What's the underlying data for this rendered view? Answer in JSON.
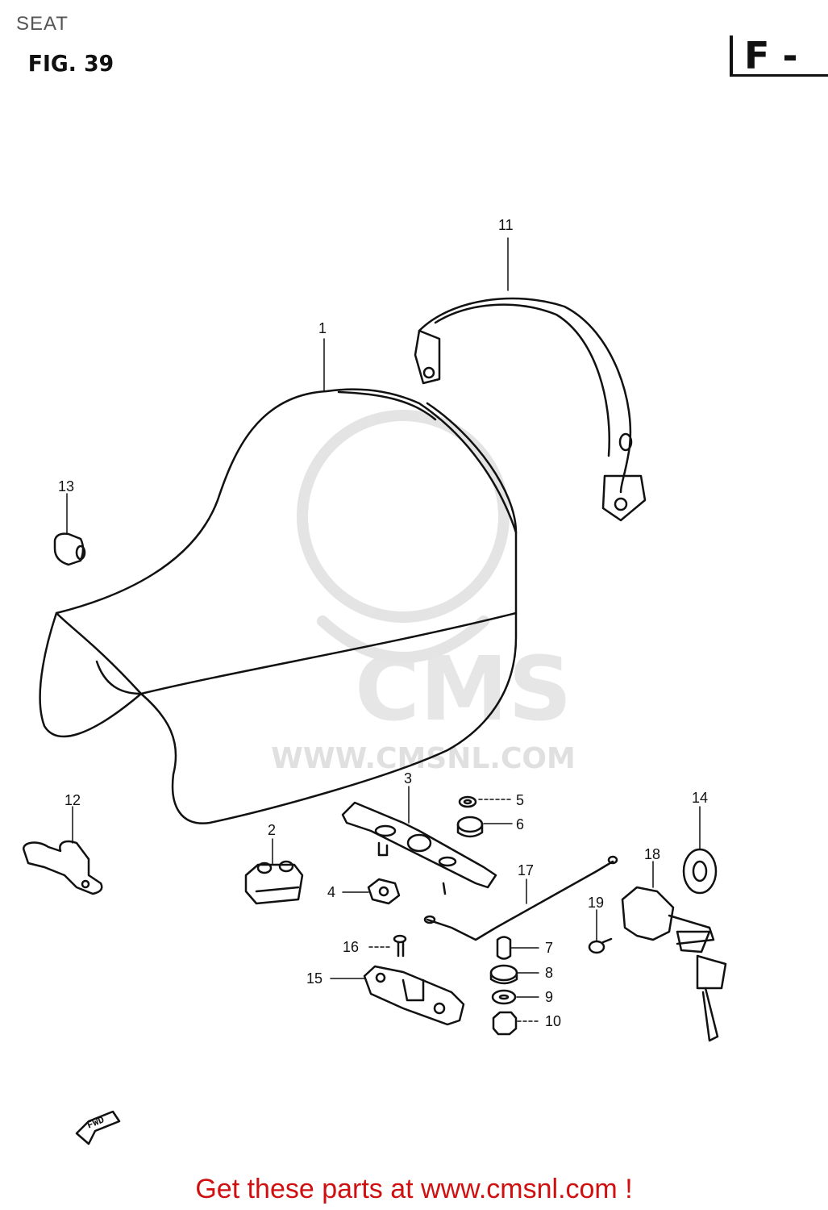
{
  "header": {
    "section_name": "SEAT",
    "figure_label": "FIG. 39",
    "section_tag": "F -"
  },
  "watermark": {
    "logo_text": "CMS",
    "url_text": "WWW.CMSNL.COM"
  },
  "fwd_arrow": {
    "label": "FWD"
  },
  "callouts": {
    "c1": "1",
    "c2": "2",
    "c3": "3",
    "c4": "4",
    "c5": "5",
    "c6": "6",
    "c7": "7",
    "c8": "8",
    "c9": "9",
    "c10": "10",
    "c11": "11",
    "c12": "12",
    "c13": "13",
    "c14": "14",
    "c15": "15",
    "c16": "16",
    "c17": "17",
    "c18": "18",
    "c19": "19"
  },
  "footer": {
    "text": "Get these parts at www.cmsnl.com !"
  },
  "colors": {
    "footer_red": "#d01010",
    "line": "#111111",
    "watermark_grey": "#e0e0e0"
  }
}
